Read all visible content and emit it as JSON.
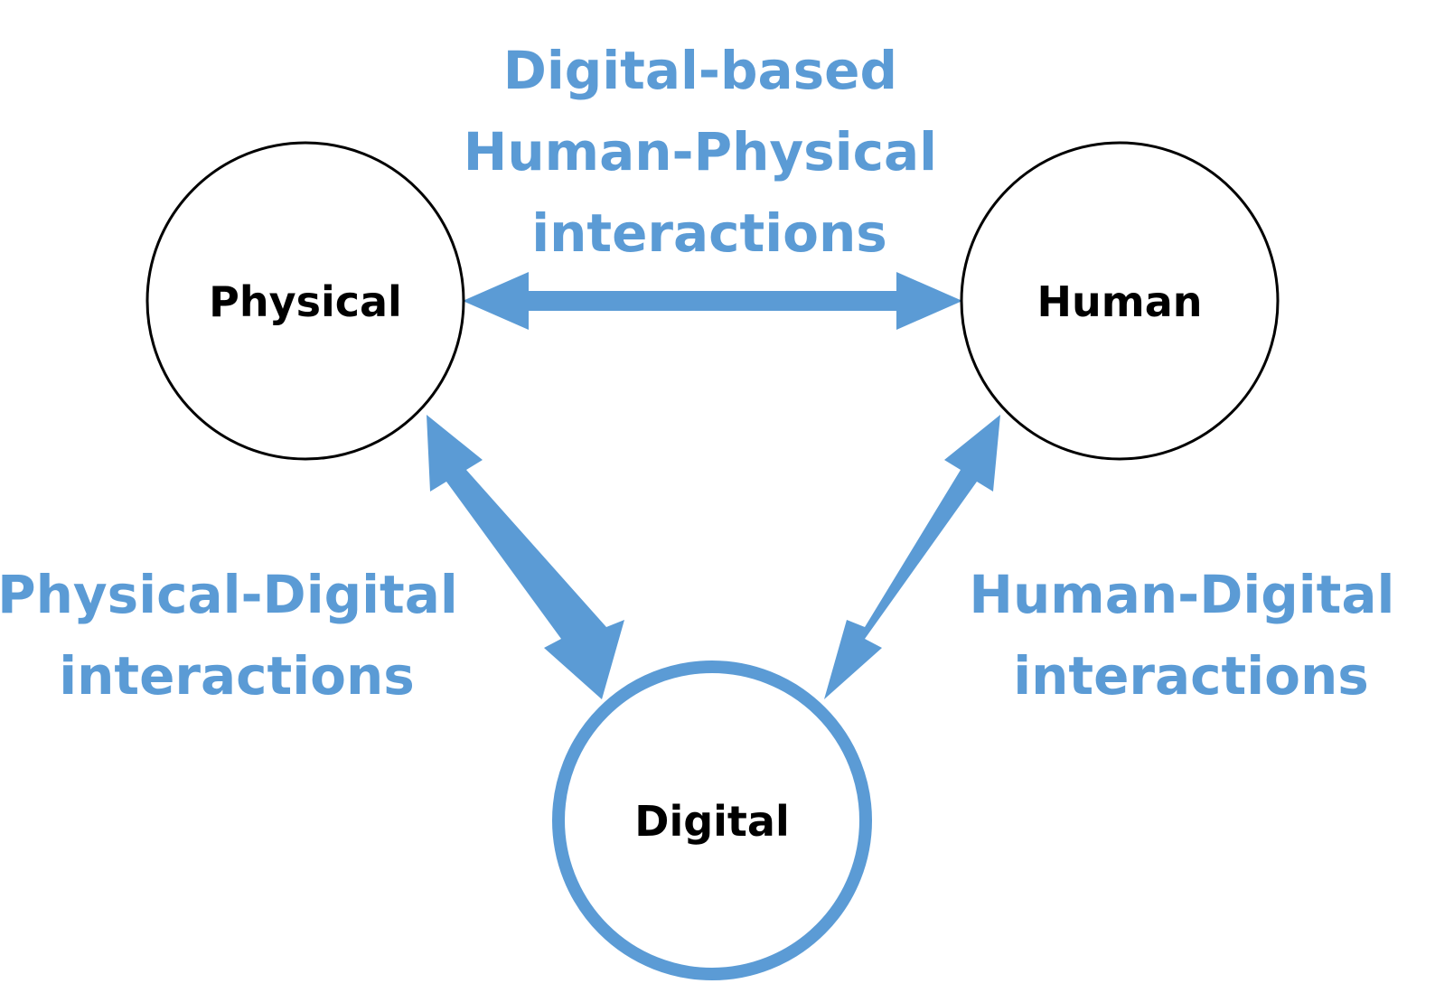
{
  "colors": {
    "accent": "#5b9bd5",
    "node_stroke": "#000000",
    "node_text": "#000000",
    "background": "#ffffff"
  },
  "nodes": {
    "physical": {
      "label": "Physical"
    },
    "human": {
      "label": "Human"
    },
    "digital": {
      "label": "Digital"
    }
  },
  "edges": {
    "top": {
      "label_lines": [
        "Digital-based",
        "Human-Physical",
        "interactions"
      ]
    },
    "left": {
      "label_lines": [
        "Physical-Digital",
        "interactions"
      ]
    },
    "right": {
      "label_lines": [
        "Human-Digital",
        "interactions"
      ]
    }
  }
}
